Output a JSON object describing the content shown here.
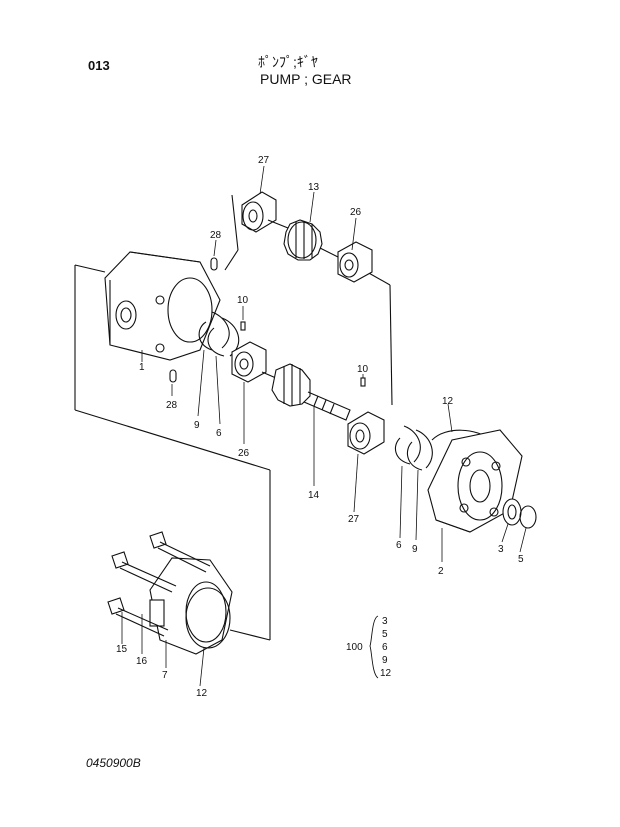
{
  "header": {
    "page_number": "013",
    "title_jp": "ﾎﾟﾝﾌﾟ;ｷﾞﾔ",
    "title_en": "PUMP ; GEAR"
  },
  "footer": {
    "drawing_code": "0450900B"
  },
  "callouts": {
    "c27a": "27",
    "c13": "13",
    "c26a": "26",
    "c28a": "28",
    "c10a": "10",
    "c1": "1",
    "c28b": "28",
    "c9a": "9",
    "c6a": "6",
    "c26b": "26",
    "c14": "14",
    "c10b": "10",
    "c12a": "12",
    "c27b": "27",
    "c6b": "6",
    "c9b": "9",
    "c2": "2",
    "c3": "3",
    "c5": "5",
    "c15": "15",
    "c16": "16",
    "c7": "7",
    "c12b": "12"
  },
  "kit": {
    "number": "100",
    "parts": [
      "3",
      "5",
      "6",
      "9",
      "12"
    ]
  }
}
